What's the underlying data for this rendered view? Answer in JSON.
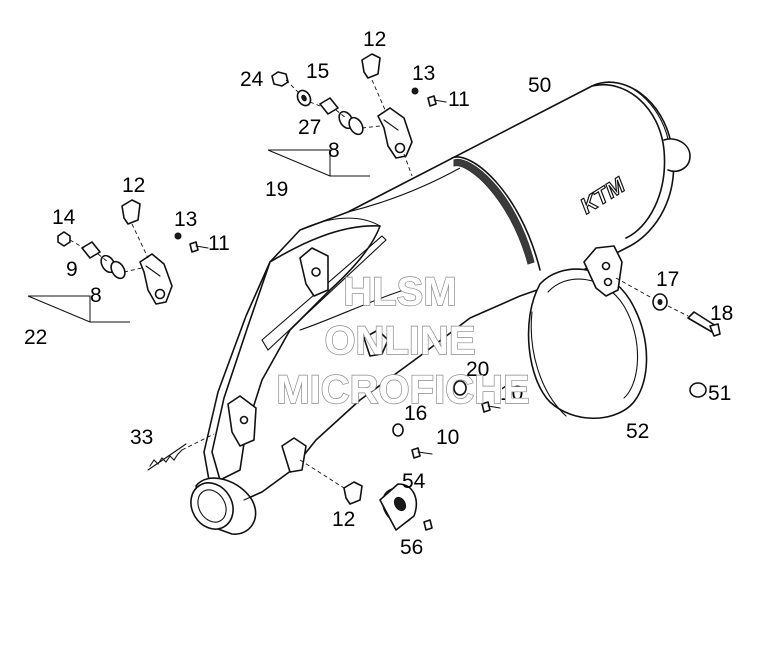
{
  "watermark": {
    "line1": "HLSM",
    "line2": "ONLINE",
    "line3": "MICROFICHE"
  },
  "logo": {
    "brand": "KTM"
  },
  "callouts": {
    "c24": "24",
    "c15": "15",
    "c12a": "12",
    "c13a": "13",
    "c11a": "11",
    "c50": "50",
    "c27": "27",
    "c8a": "8",
    "c19": "19",
    "c12b": "12",
    "c14": "14",
    "c13b": "13",
    "c11b": "11",
    "c9": "9",
    "c8b": "8",
    "c22": "22",
    "c17": "17",
    "c18": "18",
    "c20": "20",
    "c10a": "10",
    "c51": "51",
    "c16": "16",
    "c10b": "10",
    "c52": "52",
    "c33": "33",
    "c54": "54",
    "c12c": "12",
    "c56": "56"
  }
}
